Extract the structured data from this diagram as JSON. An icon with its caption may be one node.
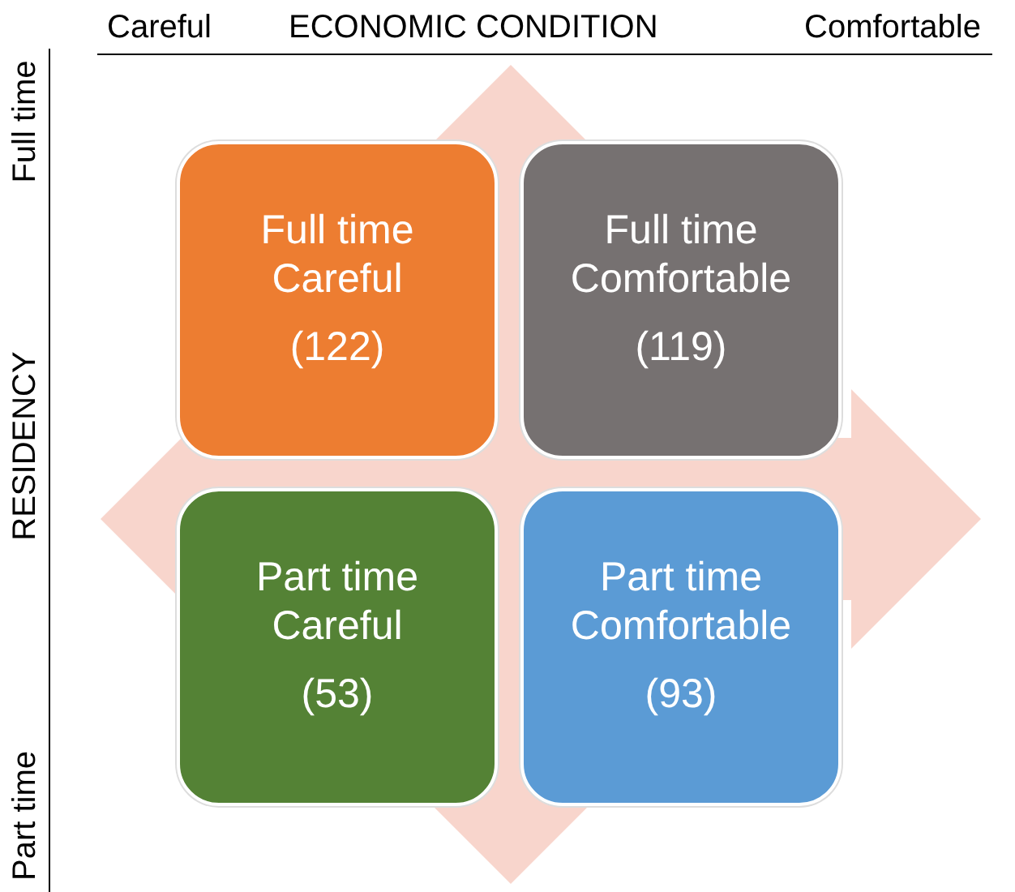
{
  "diagram": {
    "nodes": [
      {
        "text": [
          "Full time",
          "Careful",
          "(122)"
        ]
      },
      {
        "text": [
          "Full time",
          "Comfortable",
          "(119)"
        ]
      },
      {
        "text": [
          "Part time",
          "Careful",
          "(53)"
        ]
      },
      {
        "text": [
          "Part time",
          "Comfortable",
          "(93)"
        ]
      }
    ],
    "labels": [
      "Careful",
      "ECONOMIC CONDITION",
      "Comfortable",
      "Full time",
      "RESIDENCY",
      "Part time"
    ]
  }
}
